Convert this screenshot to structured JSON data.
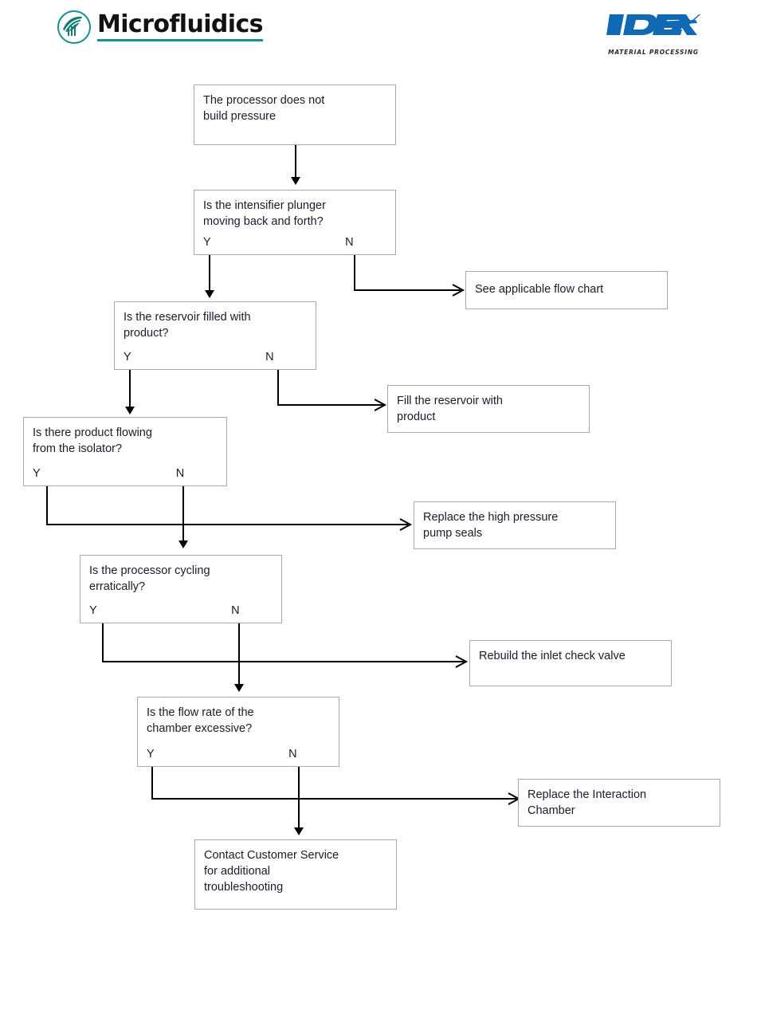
{
  "header": {
    "brand_name": "Microfluidics",
    "brand_accent": "#16918f",
    "partner_logo_name": "IDEX",
    "partner_tagline": "MATERIAL PROCESSING",
    "partner_accent": "#1168b3"
  },
  "flowchart": {
    "type": "troubleshooting-decision-tree",
    "title": "The processor does not build pressure",
    "yes_label": "Y",
    "no_label": "N",
    "nodes": [
      {
        "id": "start",
        "kind": "terminal",
        "text": "The processor does not\nbuild pressure"
      },
      {
        "id": "q_plunger",
        "kind": "decision",
        "text": "Is the intensifier plunger\nmoving back and forth?"
      },
      {
        "id": "a_flowchart",
        "kind": "action",
        "text": "See  applicable flow chart"
      },
      {
        "id": "q_reservoir",
        "kind": "decision",
        "text": "Is the reservoir filled with\nproduct?"
      },
      {
        "id": "a_fill",
        "kind": "action",
        "text": "Fill the reservoir with\nproduct"
      },
      {
        "id": "q_isolator",
        "kind": "decision",
        "text": "Is there product flowing\nfrom the isolator?"
      },
      {
        "id": "a_seals",
        "kind": "action",
        "text": "Replace the high pressure\npump seals"
      },
      {
        "id": "q_cycling",
        "kind": "decision",
        "text": "Is the processor cycling\nerratically?"
      },
      {
        "id": "a_valve",
        "kind": "action",
        "text": "Rebuild the inlet check valve"
      },
      {
        "id": "q_flowrate",
        "kind": "decision",
        "text": "Is the flow rate of the\nchamber excessive?"
      },
      {
        "id": "a_chamber",
        "kind": "action",
        "text": "Replace the Interaction\nChamber"
      },
      {
        "id": "a_contact",
        "kind": "action",
        "text": "Contact Customer Service\nfor additional\ntroubleshooting"
      }
    ],
    "edges": [
      {
        "from": "start",
        "to": "q_plunger",
        "label": ""
      },
      {
        "from": "q_plunger",
        "to": "q_reservoir",
        "label": "Y"
      },
      {
        "from": "q_plunger",
        "to": "a_flowchart",
        "label": "N"
      },
      {
        "from": "q_reservoir",
        "to": "q_isolator",
        "label": "Y"
      },
      {
        "from": "q_reservoir",
        "to": "a_fill",
        "label": "N"
      },
      {
        "from": "q_isolator",
        "to": "a_seals",
        "label": "Y"
      },
      {
        "from": "q_isolator",
        "to": "q_cycling",
        "label": "N"
      },
      {
        "from": "q_cycling",
        "to": "a_valve",
        "label": "Y"
      },
      {
        "from": "q_cycling",
        "to": "q_flowrate",
        "label": "N"
      },
      {
        "from": "q_flowrate",
        "to": "a_chamber",
        "label": "Y"
      },
      {
        "from": "q_flowrate",
        "to": "a_contact",
        "label": "N"
      }
    ]
  }
}
